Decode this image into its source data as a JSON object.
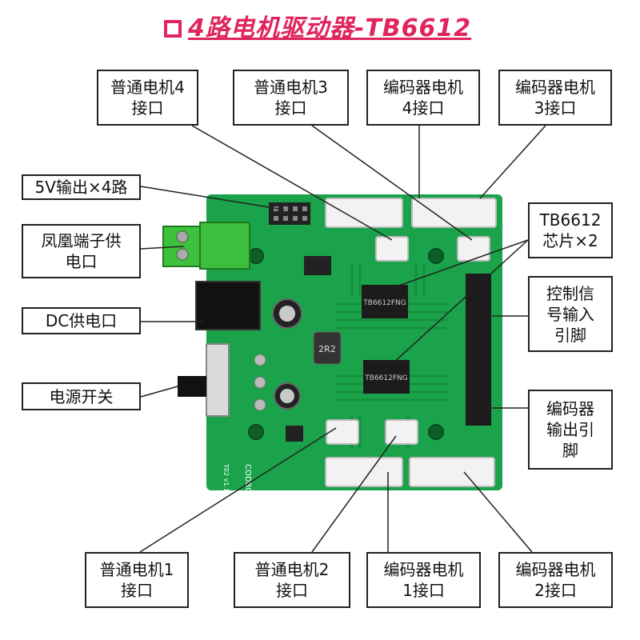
{
  "title": "4路电机驱动器-TB6612",
  "colors": {
    "title": "#e0245e",
    "board": "#1aa34a",
    "silk": "#ffffff"
  },
  "labels": {
    "motor4": "普通电机4\n接口",
    "motor3": "普通电机3\n接口",
    "enc4": "编码器电机\n4接口",
    "enc3": "编码器电机\n3接口",
    "out5v": "5V输出×4路",
    "tb6612": "TB6612\n芯片×2",
    "phoenix": "凤凰端子供\n电口",
    "ctrl": "控制信\n号输入\n引脚",
    "dc": "DC供电口",
    "power": "电源开关",
    "encout": "编码器\n输出引\n脚",
    "motor1": "普通电机1\n接口",
    "motor2": "普通电机2\n接口",
    "enc1": "编码器电机\n1接口",
    "enc2": "编码器电机\n2接口"
  },
  "board": {
    "brand": "CODBOT",
    "ic1": "TB6612FNG",
    "ic2": "TB6612FNG",
    "inductor": "2R2",
    "version": "T02 v1.1"
  }
}
